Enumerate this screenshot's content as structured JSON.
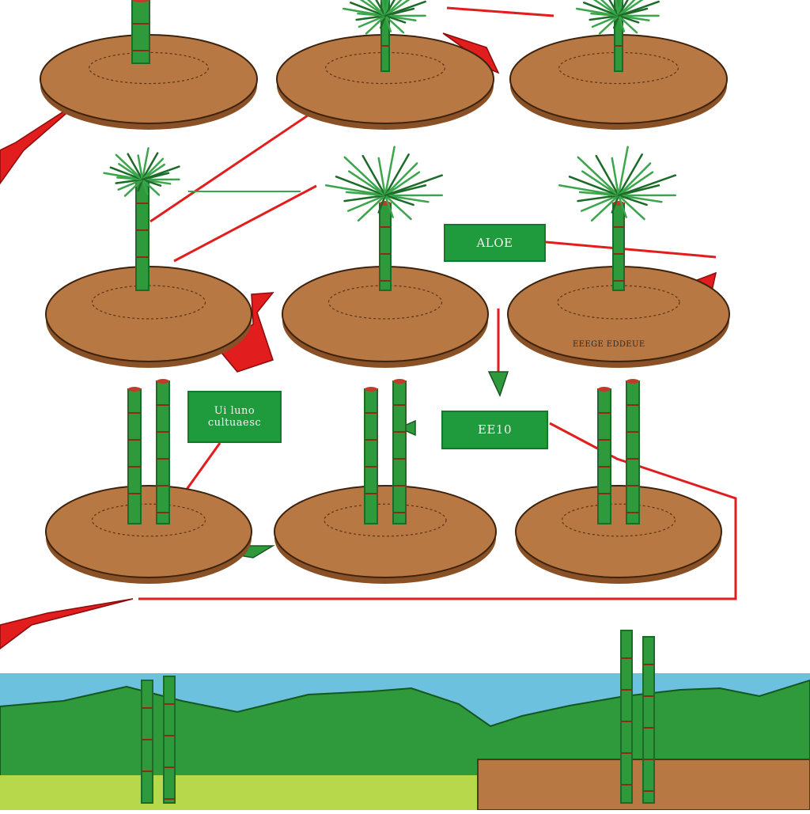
{
  "labels": {
    "box_1": "ALOE",
    "box_2_line_1": "Ui luno",
    "box_2_line_2": "cultuaesc",
    "box_3": "EE10"
  },
  "caption": "EEEGE EDDEUE",
  "colors": {
    "soil": "#b87844",
    "soil_dark": "#8a5126",
    "stem": "#2e9a3c",
    "stem_dark": "#1d6b28",
    "leaf": "#3aa54a",
    "arrow_red": "#e21d1d",
    "label_green": "#1f9a3c",
    "sky": "#6cc1de",
    "hill": "#2e9a3c",
    "field": "#b6d84a",
    "ground": "#b87844"
  },
  "stages": [
    {
      "row": 1,
      "col": 1,
      "plant": "stump"
    },
    {
      "row": 1,
      "col": 2,
      "plant": "sprout"
    },
    {
      "row": 1,
      "col": 3,
      "plant": "sprout"
    },
    {
      "row": 2,
      "col": 1,
      "plant": "tree"
    },
    {
      "row": 2,
      "col": 2,
      "plant": "bushy"
    },
    {
      "row": 2,
      "col": 3,
      "plant": "bushy"
    },
    {
      "row": 3,
      "col": 1,
      "plant": "stalks"
    },
    {
      "row": 3,
      "col": 2,
      "plant": "stalks"
    },
    {
      "row": 3,
      "col": 3,
      "plant": "stalks"
    }
  ]
}
